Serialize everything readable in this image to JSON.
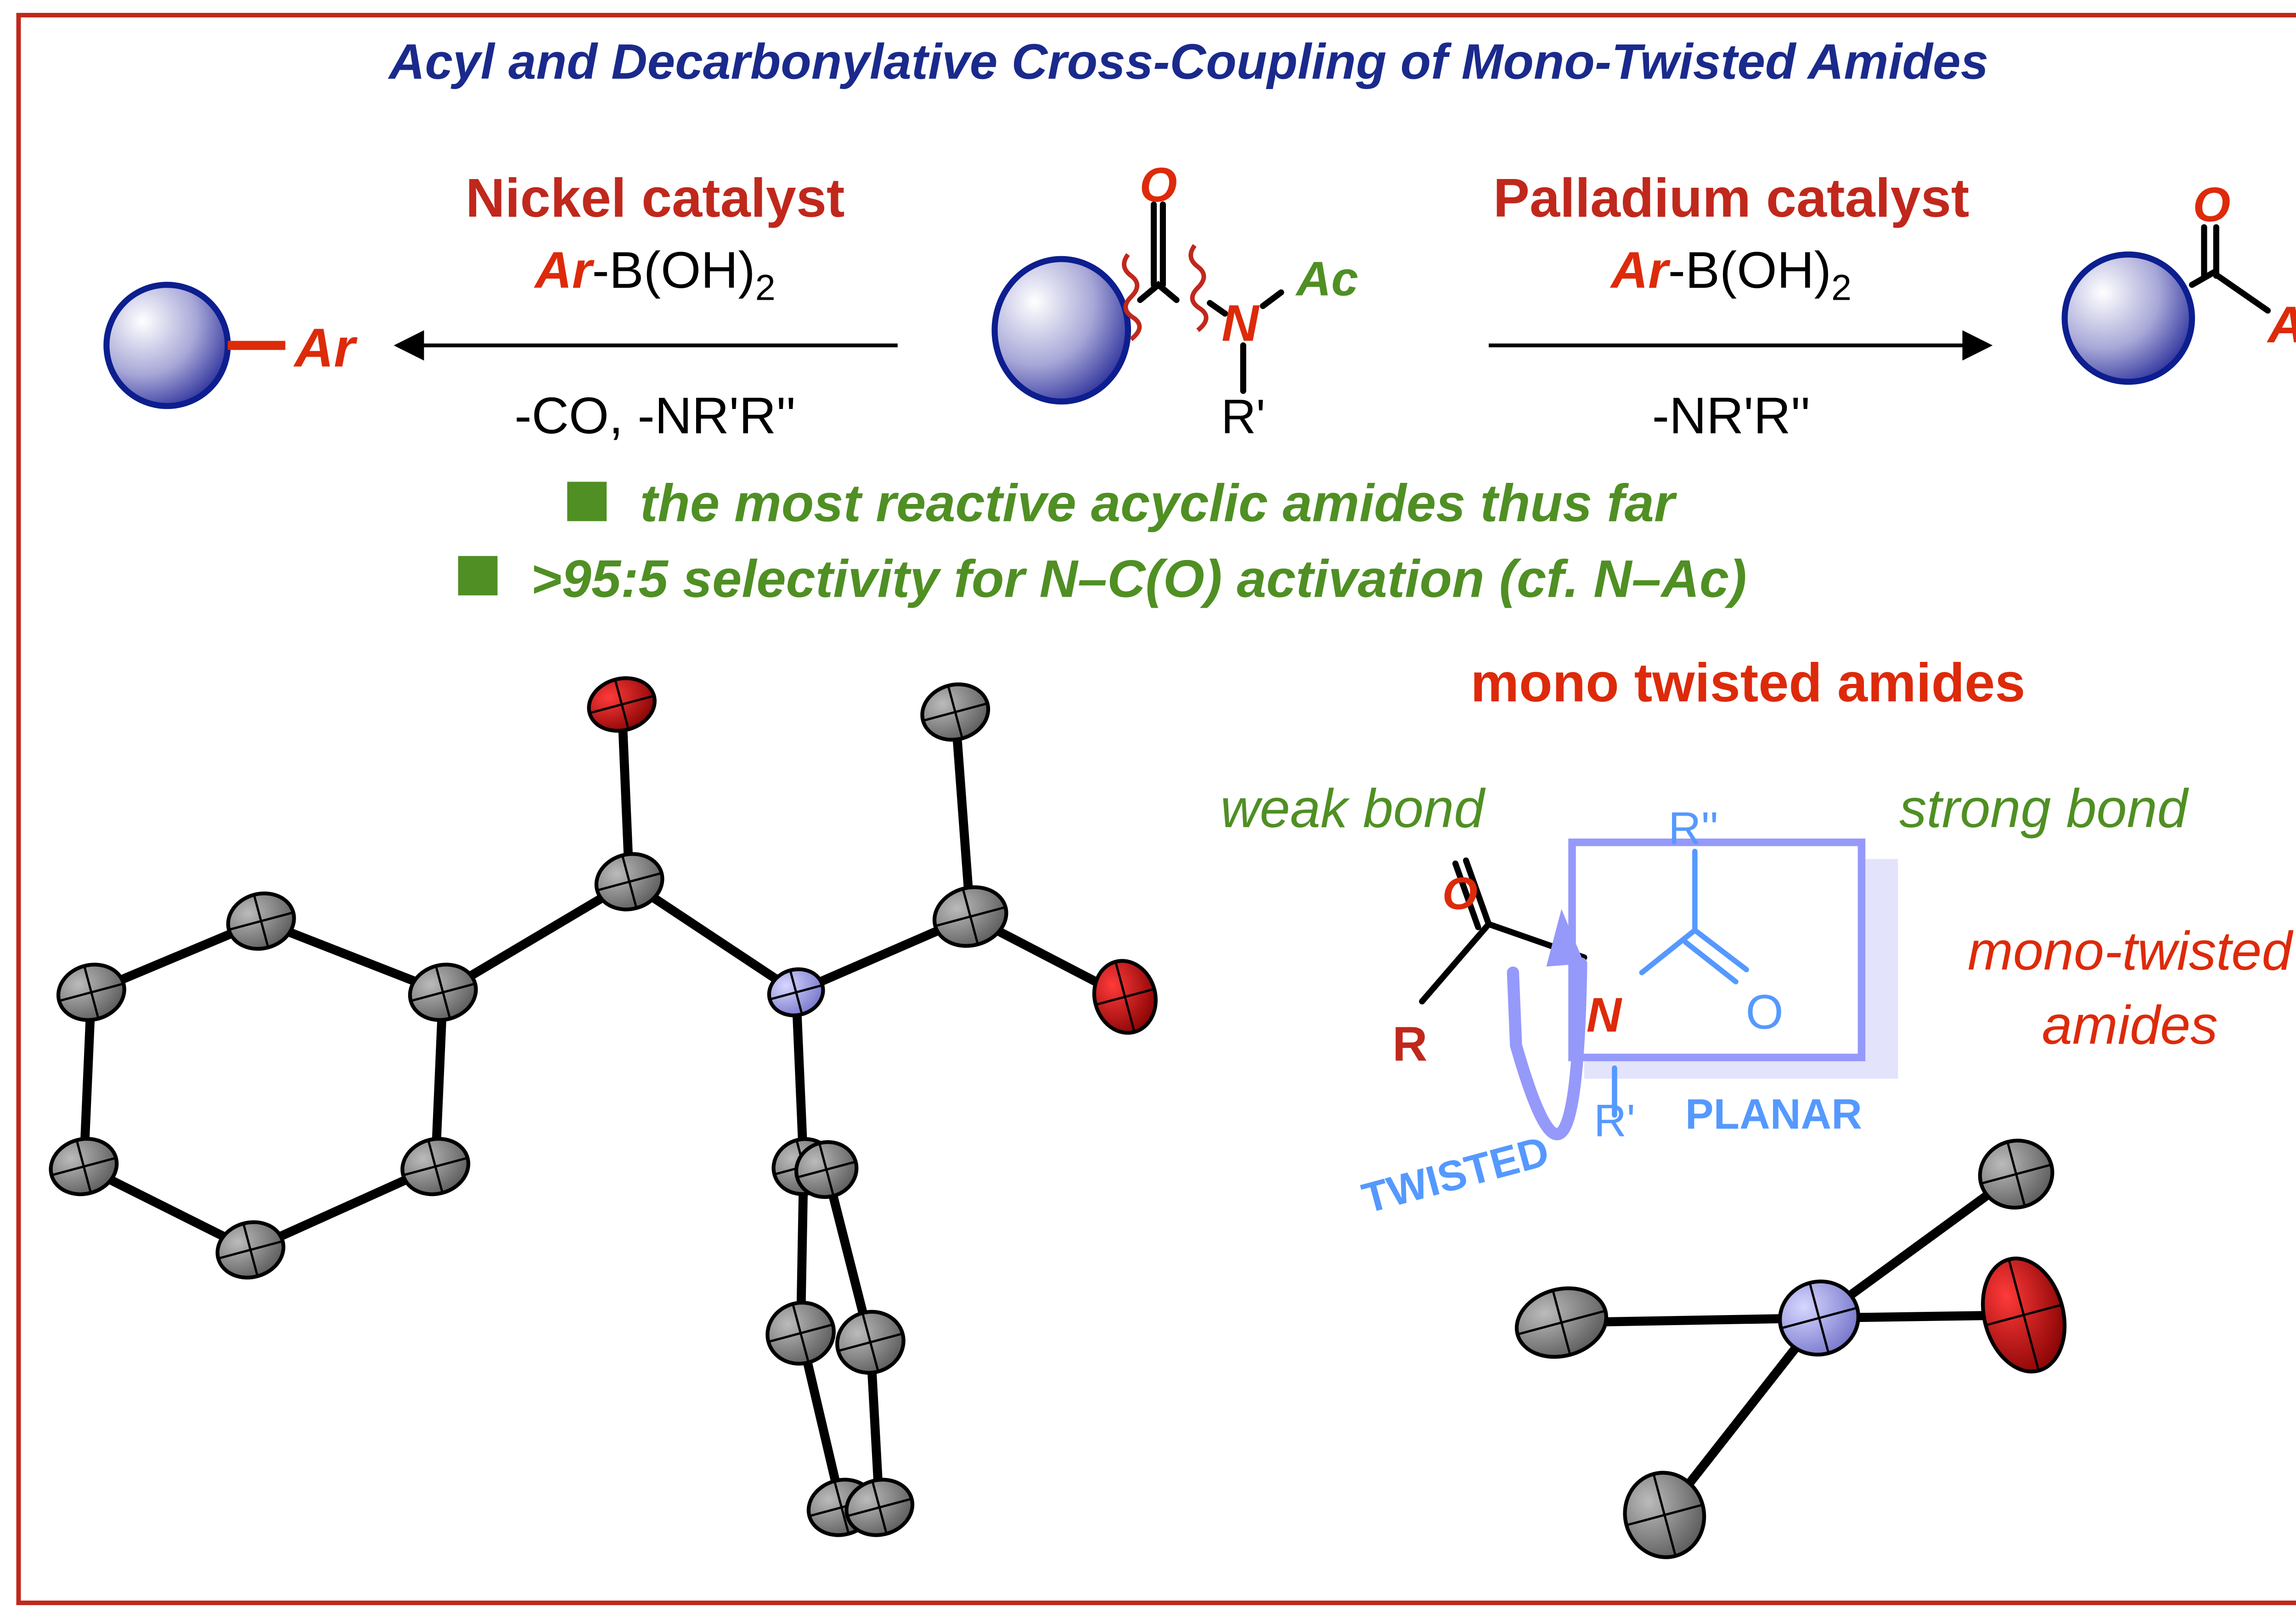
{
  "title": "Acyl and Decarbonylative Cross-Coupling of Mono-Twisted Amides",
  "left_reaction": {
    "catalyst": "Nickel catalyst",
    "reagent_ar": "Ar",
    "reagent_rest": "-B(OH)",
    "reagent_sub": "2",
    "byproducts": "-CO, -NR'R''",
    "product_ar": "Ar"
  },
  "right_reaction": {
    "catalyst": "Palladium catalyst",
    "reagent_ar": "Ar",
    "reagent_rest": "-B(OH)",
    "reagent_sub": "2",
    "byproducts": "-NR'R''",
    "product_o": "O",
    "product_ar": "Ar"
  },
  "substrate": {
    "o": "O",
    "n": "N",
    "ac": "Ac",
    "r1": "R'"
  },
  "bullets": [
    "the most reactive acyclic amides thus far",
    ">95:5 selectivity for N–C(O) activation (cf. N–Ac)"
  ],
  "mono_heading": "mono twisted amides",
  "scheme": {
    "weak_bond": "weak bond",
    "strong_bond": "strong bond",
    "o": "O",
    "r": "R",
    "n": "N",
    "r2": "R''",
    "o2": "O",
    "r1": "R'",
    "twisted": "TWISTED",
    "planar": "PLANAR",
    "side_label_1": "mono-twisted",
    "side_label_2": "amides"
  },
  "colors": {
    "frame": "#c0281c",
    "title": "#1a2a8c",
    "red": "#dd2a0a",
    "green": "#4f8f23",
    "blue_light": "#5599ff",
    "box": "#9599fa",
    "atom_c": "#7a7a7a",
    "atom_o": "#c00000",
    "atom_n": "#9a9ae6"
  }
}
